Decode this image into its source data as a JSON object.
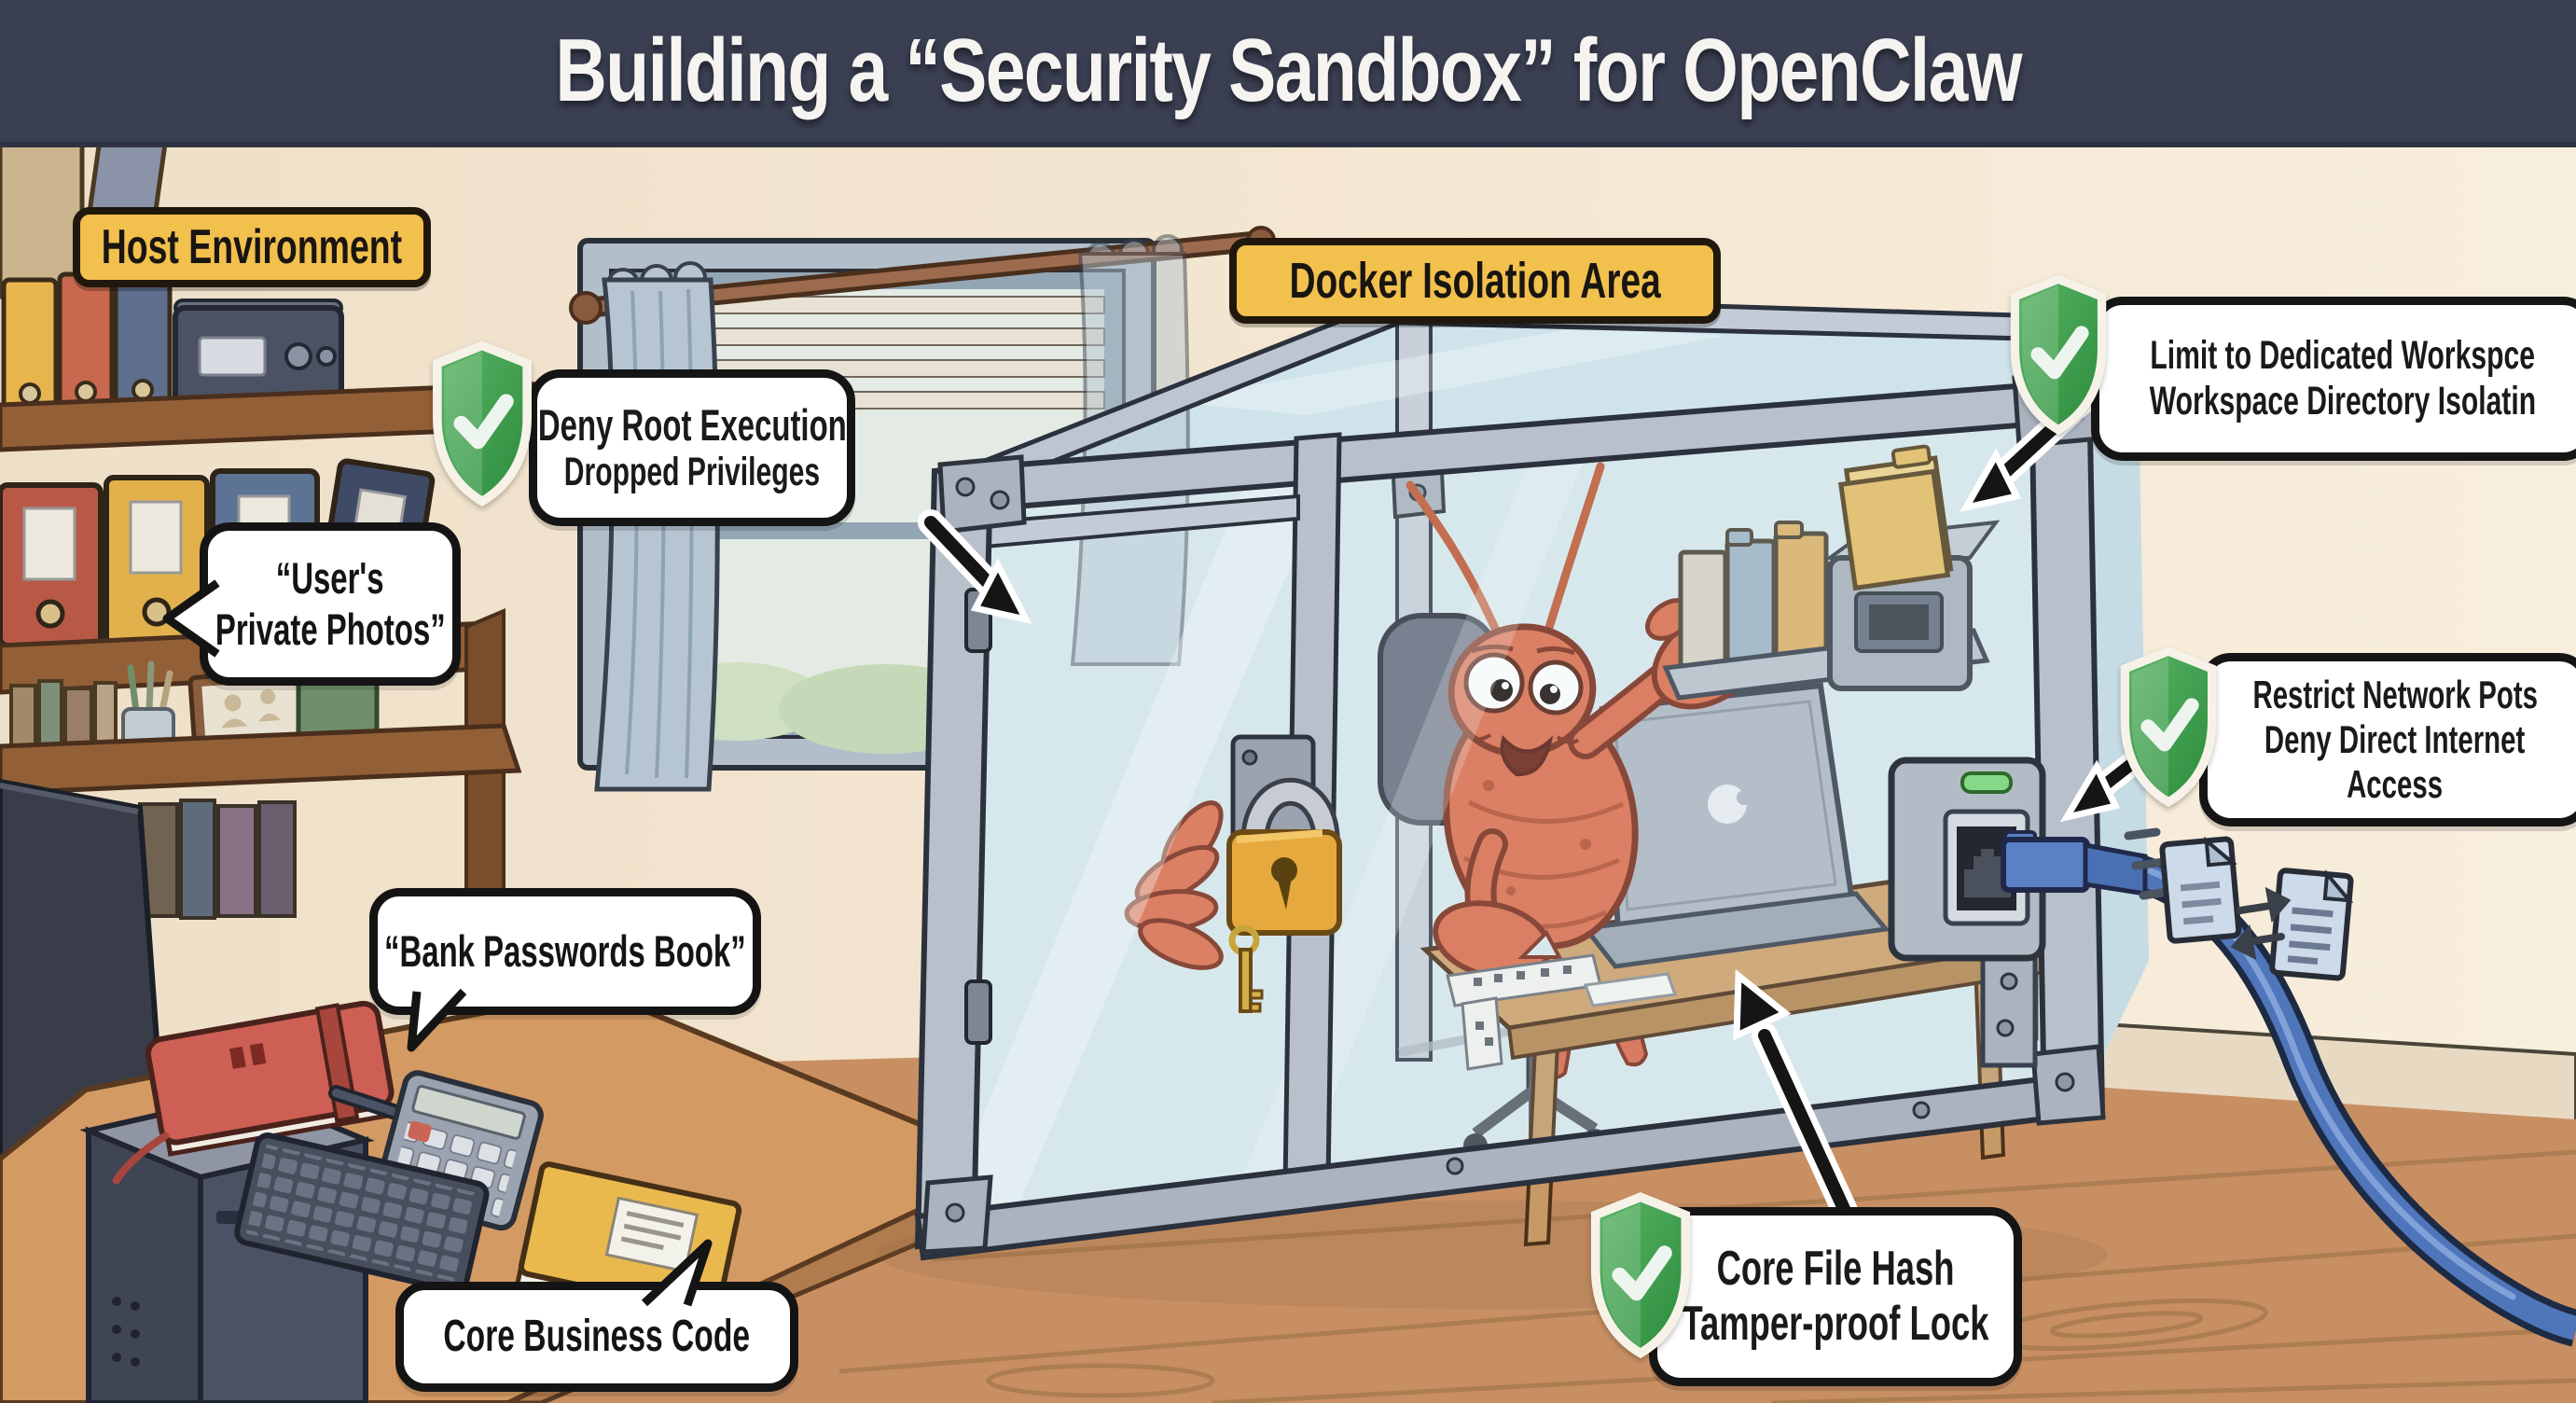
{
  "title": "Building a “Security Sandbox” for OpenClaw",
  "badges": {
    "host": "Host Environment",
    "docker": "Docker Isolation Area"
  },
  "callouts": {
    "deny_root": {
      "line1": "Deny Root Execution",
      "line2": "Dropped Privileges"
    },
    "workspace": {
      "line1": "Limit to Dedicated Workspce",
      "line2": "Workspace Directory Isolatin"
    },
    "network": {
      "line1": "Restrict Network Pots",
      "line2": "Deny Direct Internet",
      "line3": "Access"
    },
    "file_hash": {
      "line1": "Core File Hash",
      "line2": "Tamper-proof Lock"
    }
  },
  "bubbles": {
    "user_photos": {
      "line1": "“User's",
      "line2": "Private Photos”"
    },
    "bank_passwords": {
      "line1": "“Bank Passwords Book”"
    },
    "core_business": {
      "line1": "Core Business Code"
    }
  },
  "icons": {
    "shield": "shield-check-icon",
    "padlock": "padlock-icon",
    "key": "key-icon",
    "folder": "folder-icon",
    "document": "document-icon",
    "ethernet_port": "ethernet-port-icon",
    "transfer_arrows": "transfer-arrows-icon"
  },
  "colors": {
    "title_bar": "#3a3f52",
    "title_text": "#f5f4f1",
    "badge_yellow": "#f2c04d",
    "badge_border": "#20180c",
    "callout_bg": "#ffffff",
    "callout_border": "#151515",
    "shield_green": "#2f9e44",
    "wall": "#f2e4cf",
    "floor": "#c88f63",
    "glass": "#d7e7ec",
    "lobster": "#dc6e4c",
    "cable_blue": "#4f76ba"
  }
}
